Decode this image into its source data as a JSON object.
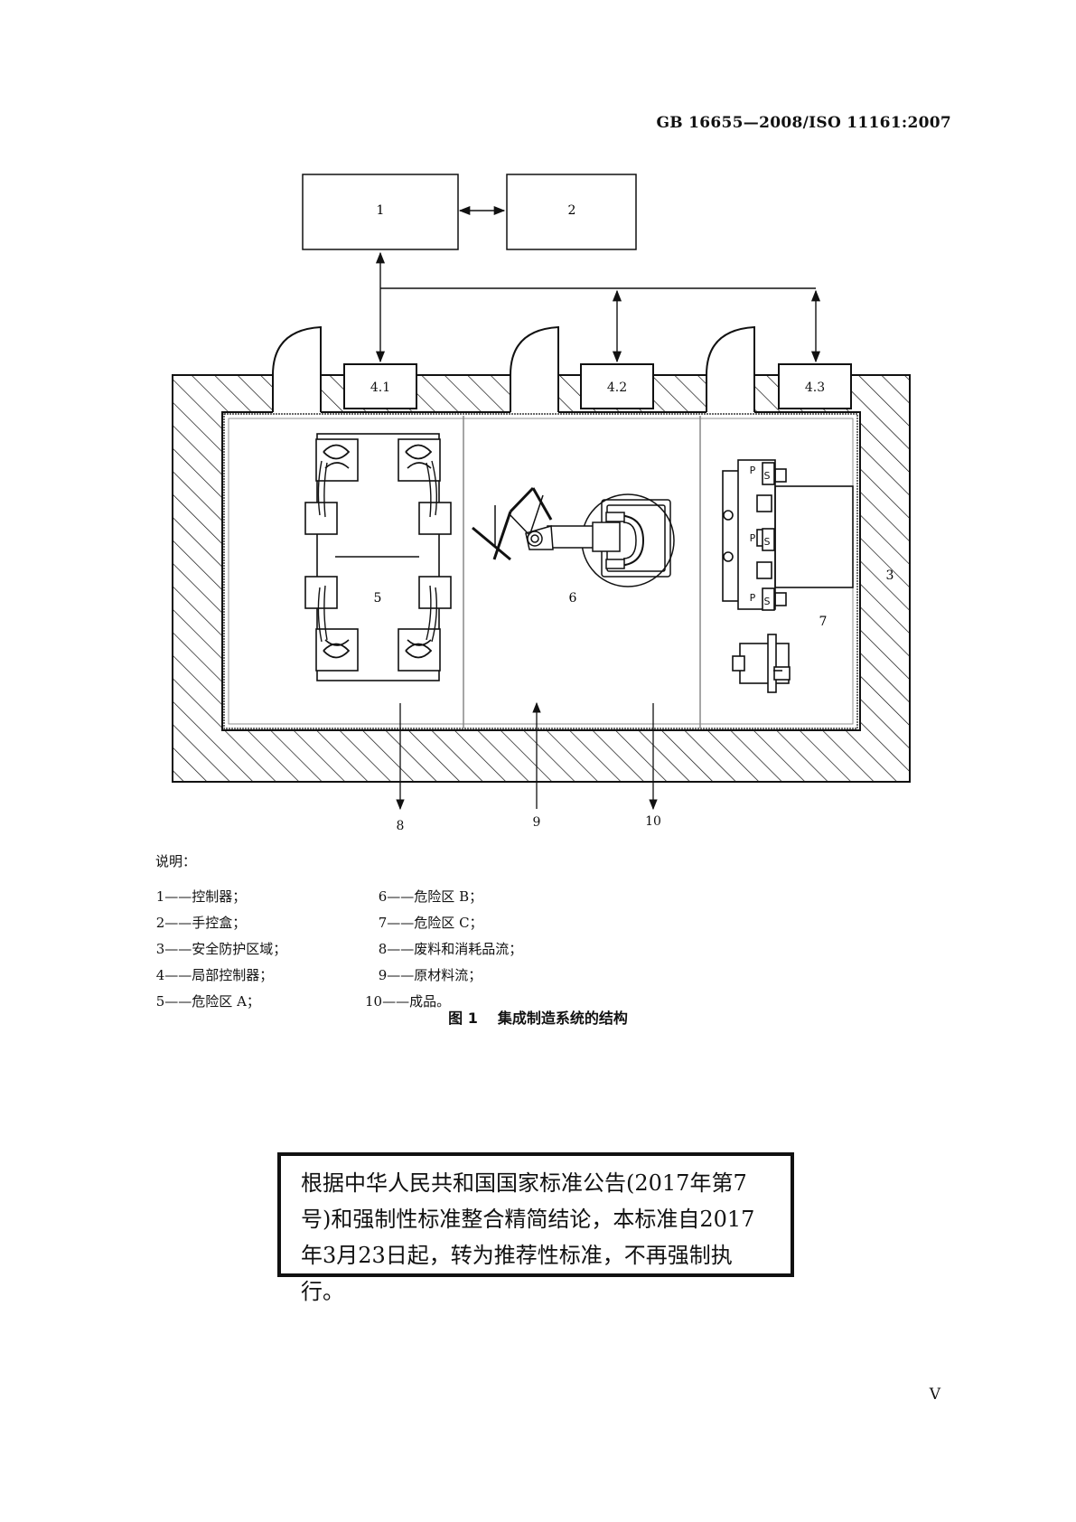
{
  "header": {
    "standard_id": "GB 16655—2008/ISO 11161:2007"
  },
  "diagram": {
    "labels": {
      "controller": "1",
      "pendant": "2",
      "safeguarded_space": "3",
      "local_1": "4.1",
      "local_2": "4.2",
      "local_3": "4.3",
      "zone_a": "5",
      "zone_b": "6",
      "zone_c": "7",
      "flow_waste": "8",
      "flow_raw": "9",
      "flow_product": "10",
      "s1": "S",
      "p1": "P",
      "s2": "S",
      "p2": "P",
      "s3": "S",
      "p3": "P"
    }
  },
  "legend": {
    "title": "说明：",
    "items": [
      {
        "text": " 1——控制器；"
      },
      {
        "text": " 2——手控盒；"
      },
      {
        "text": " 3——安全防护区域；"
      },
      {
        "text": " 4——局部控制器；"
      },
      {
        "text": " 5——危险区 A；"
      },
      {
        "text": " 6——危险区 B；"
      },
      {
        "text": " 7——危险区 C；"
      },
      {
        "text": " 8——废料和消耗品流；"
      },
      {
        "text": " 9——原材料流；"
      },
      {
        "text": "10——成品。"
      }
    ]
  },
  "caption": {
    "number": "图 1",
    "title": "集成制造系统的结构"
  },
  "notice": {
    "text": "根据中华人民共和国国家标准公告(2017年第7号)和强制性标准整合精简结论，本标准自2017年3月23日起，转为推荐性标准，不再强制执行。"
  },
  "page_number": "V"
}
